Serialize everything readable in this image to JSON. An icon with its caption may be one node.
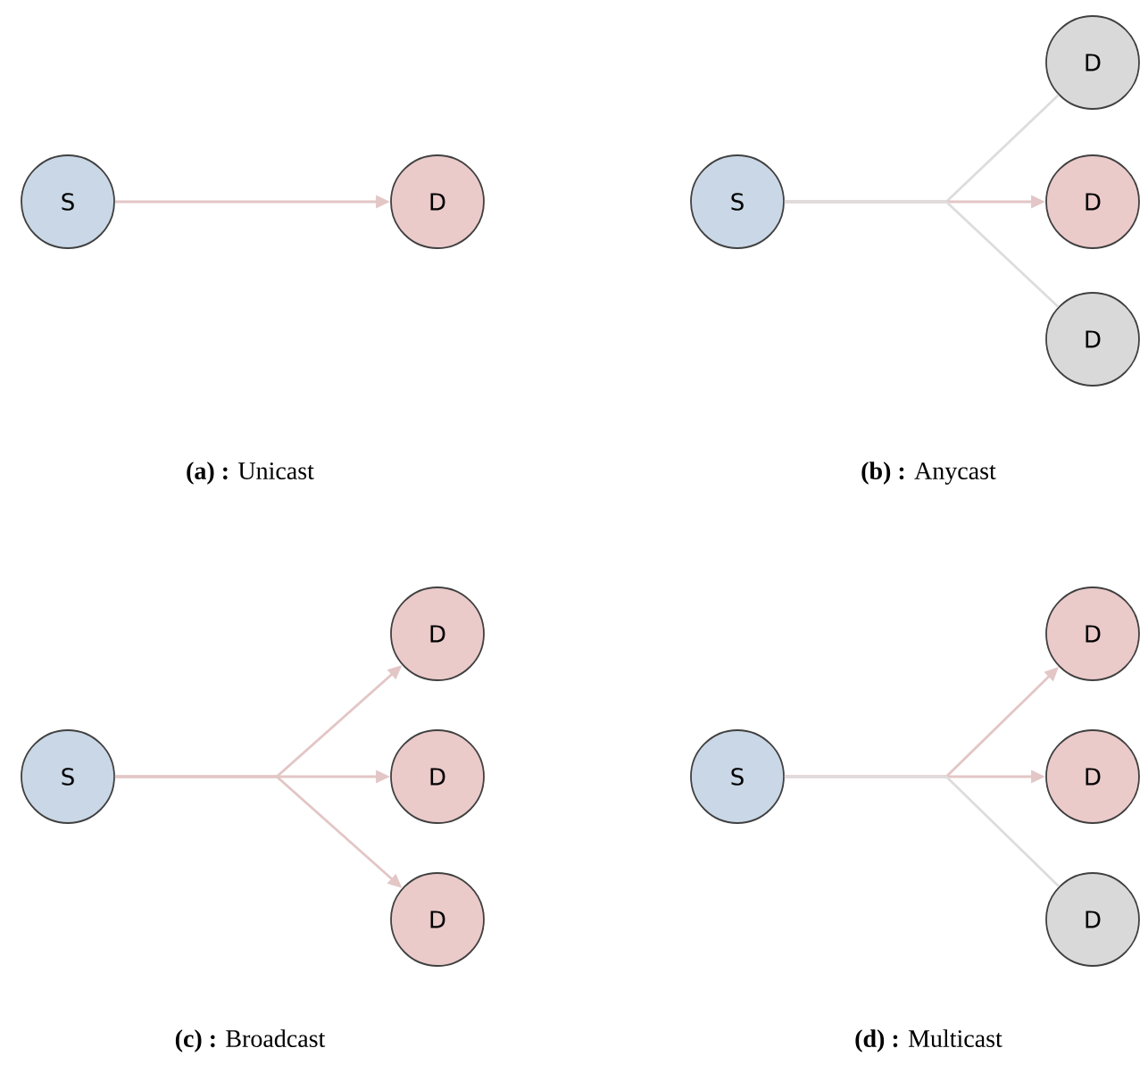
{
  "diagram": {
    "nodes": [
      {
        "text": [
          "S"
        ]
      },
      {
        "text": [
          "D"
        ]
      },
      {
        "text": [
          "S"
        ]
      },
      {
        "text": [
          "D"
        ]
      },
      {
        "text": [
          "D"
        ]
      },
      {
        "text": [
          "D"
        ]
      },
      {
        "text": [
          "S"
        ]
      },
      {
        "text": [
          "D"
        ]
      },
      {
        "text": [
          "D"
        ]
      },
      {
        "text": [
          "D"
        ]
      },
      {
        "text": [
          "S"
        ]
      },
      {
        "text": [
          "D"
        ]
      },
      {
        "text": [
          "D"
        ]
      },
      {
        "text": [
          "D"
        ]
      }
    ],
    "edges": [
      {
        "from": 0,
        "to": 1,
        "arrow": "to"
      },
      {
        "from": 2,
        "to": 3,
        "arrow": "none",
        "color": "#dfdcdc"
      },
      {
        "from": 2,
        "to": 4,
        "arrow": "to"
      },
      {
        "from": 2,
        "to": 5,
        "arrow": "none",
        "color": "#dfdcdc"
      },
      {
        "from": 6,
        "to": 7,
        "arrow": "to"
      },
      {
        "from": 6,
        "to": 8,
        "arrow": "to"
      },
      {
        "from": 6,
        "to": 9,
        "arrow": "to"
      },
      {
        "from": 10,
        "to": 11,
        "arrow": "to"
      },
      {
        "from": 10,
        "to": 12,
        "arrow": "to"
      },
      {
        "from": 10,
        "to": 13,
        "arrow": "none",
        "color": "#dfdcdc"
      }
    ],
    "labels": [
      "**(a) :** Unicast",
      "**(b) :** Anycast",
      "**(c) :** Broadcast",
      "**(d) :** Multicast"
    ]
  }
}
